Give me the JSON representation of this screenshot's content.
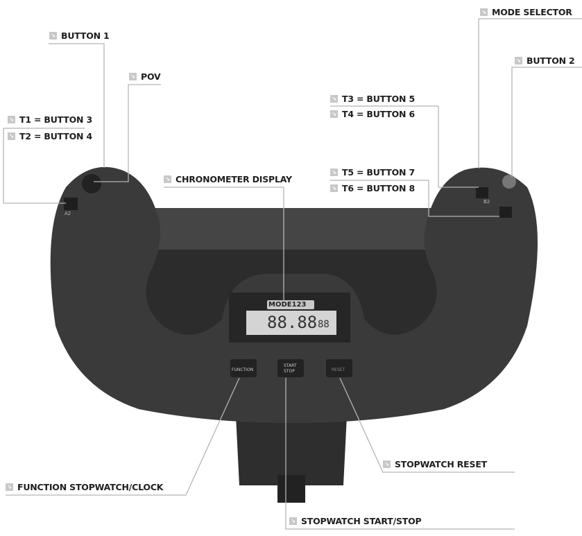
{
  "labels": {
    "mode_selector": "MODE SELECTOR",
    "button_2": "BUTTON 2",
    "button_1": "BUTTON 1",
    "pov": "POV",
    "t1": "T1 = BUTTON 3",
    "t2": "T2 = BUTTON 4",
    "t3": "T3 = BUTTON 5",
    "t4": "T4 = BUTTON 6",
    "t5": "T5 = BUTTON 7",
    "t6": "T6 = BUTTON 8",
    "chronometer": "CHRONOMETER DISPLAY",
    "function": "FUNCTION STOPWATCH/CLOCK",
    "start_stop": "STOPWATCH START/STOP",
    "reset": "STOPWATCH RESET"
  },
  "device": {
    "mode_text": "MODE123",
    "display_digits": "88.88",
    "display_small": "88",
    "btn_function": "FUNCTION",
    "btn_start": "START",
    "btn_stop": "STOP",
    "btn_reset": "RESET",
    "a2": "A2",
    "b2": "B2"
  },
  "icons": {
    "label_marker": "arrow-down-right-icon"
  },
  "colors": {
    "body": "#3a3a3a",
    "leader": "#b5b5b5",
    "text": "#1e1e1e",
    "lcd": "#d4d4d4"
  }
}
